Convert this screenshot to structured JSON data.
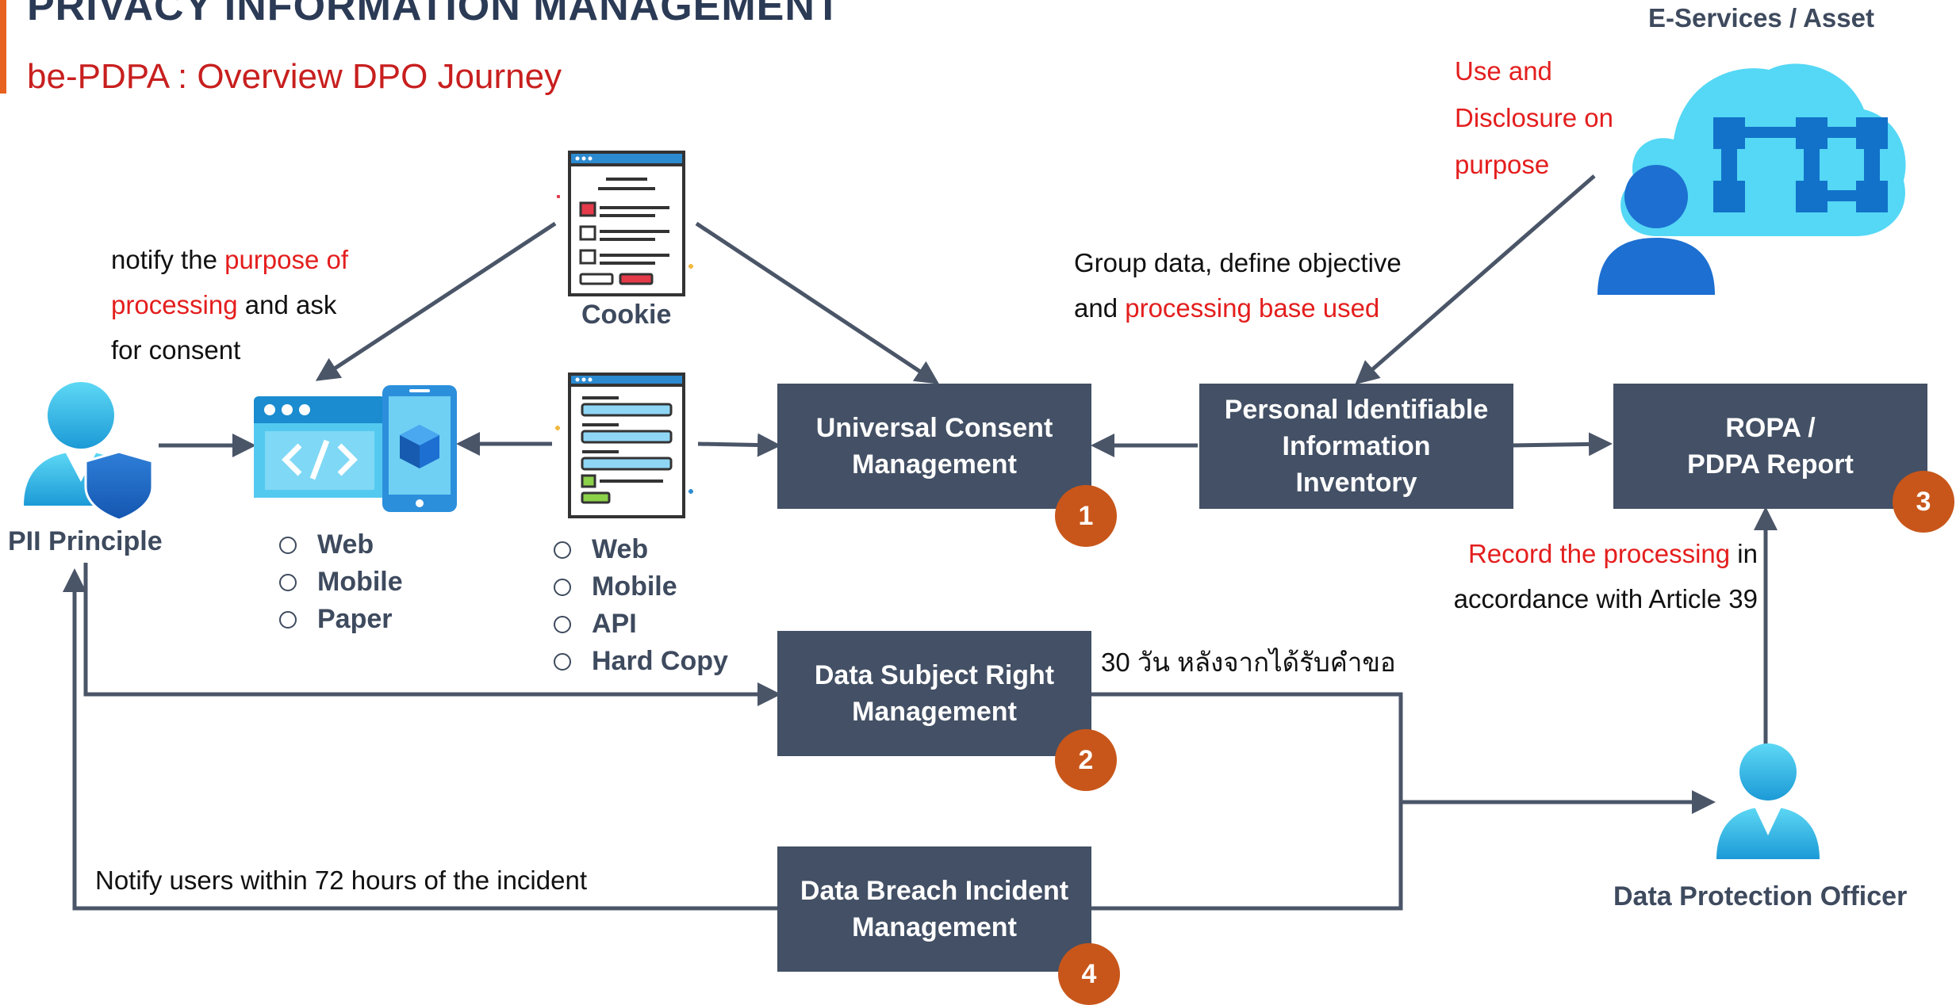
{
  "header": {
    "title": "PRIVACY INFORMATION MANAGEMENT",
    "subtitle": "be-PDPA : Overview DPO Journey"
  },
  "colors": {
    "box": "#435065",
    "badge": "#c8561a",
    "arrow": "#4a5568",
    "highlight": "#e41e1e",
    "accent": "#e8621f"
  },
  "actors": {
    "pii_principle": "PII Principle",
    "dpo": "Data Protection Officer",
    "eservices": "E-Services / Asset"
  },
  "notify": {
    "l1_a": "notify the ",
    "l1_b": "purpose of",
    "l2_a": "processing",
    "l2_b": " and ask",
    "l3": "for consent"
  },
  "cookie_label": "Cookie",
  "channels_left": [
    "Web",
    "Mobile",
    "Paper"
  ],
  "channels_mid": [
    "Web",
    "Mobile",
    "API",
    "Hard Copy"
  ],
  "group_note": {
    "l1": "Group data, define objective",
    "l2_a": "and ",
    "l2_b": "processing base used"
  },
  "use_note": {
    "l1": "Use and",
    "l2": "Disclosure on",
    "l3": "purpose"
  },
  "record_note": {
    "l1_a": "Record the processing",
    "l1_b": " in",
    "l2": "accordance with Article 39"
  },
  "dsr_note": "30 วัน หลังจากได้รับคำขอ",
  "breach_note": "Notify users within 72 hours of the incident",
  "boxes": {
    "ucm": {
      "l1": "Universal Consent",
      "l2": "Management",
      "badge": "1"
    },
    "dsr": {
      "l1": "Data Subject Right",
      "l2": "Management",
      "badge": "2"
    },
    "ropa": {
      "l1": "ROPA /",
      "l2": "PDPA Report",
      "badge": "3"
    },
    "breach": {
      "l1": "Data Breach Incident",
      "l2": "Management",
      "badge": "4"
    },
    "pii": {
      "l1": "Personal Identifiable",
      "l2": "Information",
      "l3": "Inventory"
    }
  },
  "icons": {
    "pii_principle": "user-shield-icon",
    "dpo": "user-icon",
    "web_app": "web-code-icon",
    "mobile": "mobile-cube-icon",
    "cookie_doc": "checklist-document-icon",
    "form_doc": "form-document-icon",
    "cloud": "cloud-network-icon"
  }
}
